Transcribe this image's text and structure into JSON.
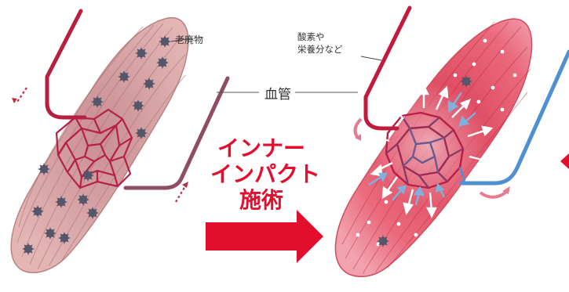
{
  "labels": {
    "waste": "老廃物",
    "oxygen_line1": "酸素や",
    "oxygen_line2": "栄養分など",
    "vessel": "血管"
  },
  "title": {
    "line1": "インナー",
    "line2": "インパクト",
    "line3": "施術"
  },
  "colors": {
    "artery": "#c21a3c",
    "vein": "#8a4f63",
    "vein_after": "#4b8fd6",
    "muscle_before": "#d89a9c",
    "muscle_after": "#e5576c",
    "arrow": "#e30e2e",
    "waste_particle": "#5a5a6a"
  }
}
